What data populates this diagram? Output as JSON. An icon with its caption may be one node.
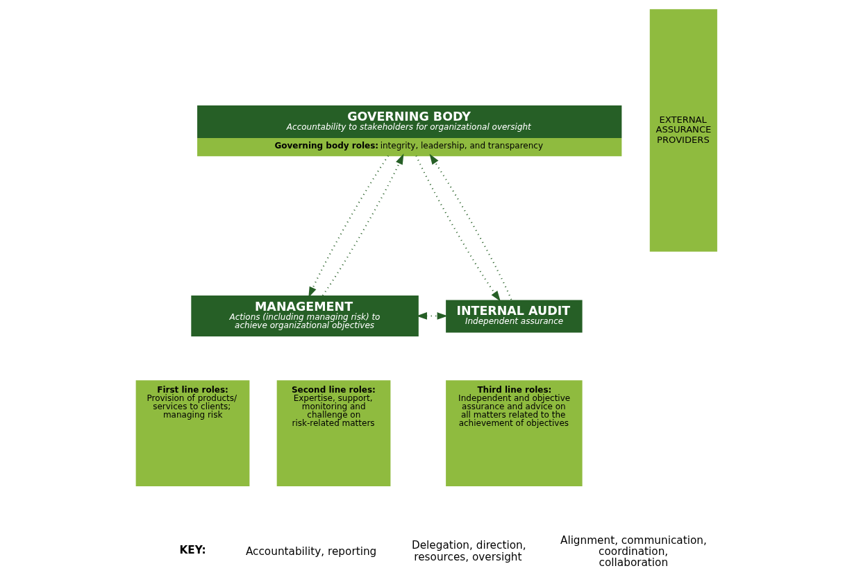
{
  "diagram": {
    "nodes": [
      {
        "text": [
          "GOVERNING BODY",
          "Accountability to stakeholders for organizational oversight",
          "**Governing body roles:** integrity, leadership, and transparency"
        ]
      },
      {
        "text": [
          "MANAGEMENT",
          "Actions (including managing risk) to achieve organizational objectives"
        ]
      },
      {
        "text": [
          "First line roles:",
          "Provision of products/ services to clients; managing risk"
        ]
      },
      {
        "text": [
          "Second line roles:",
          "Expertise, support, monitoring and challenge on risk-related matters"
        ]
      },
      {
        "text": [
          "INTERNAL AUDIT",
          "Independent assurance"
        ]
      },
      {
        "text": [
          "Third line roles:",
          "Independent and objective assurance and advice on all matters related to the achievement of objectives"
        ]
      },
      {
        "text": [
          "EXTERNAL ASSURANCE PROVIDERS"
        ]
      }
    ],
    "edges": [
      {
        "from": 0,
        "to": 1,
        "arrow": "to",
        "style": "dashed"
      },
      {
        "from": 1,
        "to": 0,
        "arrow": "to",
        "style": "dashed"
      },
      {
        "from": 0,
        "to": 4,
        "arrow": "to",
        "style": "dashed"
      },
      {
        "from": 4,
        "to": 0,
        "arrow": "to",
        "style": "dashed"
      },
      {
        "from": 1,
        "to": 4,
        "arrow": "both",
        "style": "dashed"
      }
    ],
    "labels": [
      "KEY:"
    ],
    "legend": [
      {
        "text": "Accountability, reporting"
      },
      {
        "text": "Delegation, direction, resources, oversight"
      },
      {
        "text": "Alignment, communication, coordination, collaboration"
      }
    ]
  }
}
